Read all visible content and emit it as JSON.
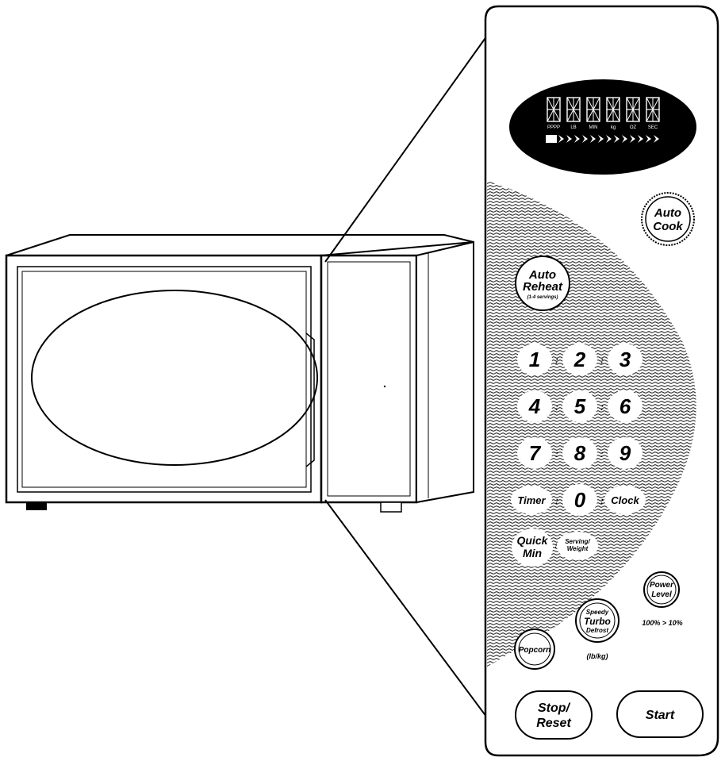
{
  "display": {
    "unit_labels": [
      "PPPP",
      "LB",
      "MIN",
      "kg",
      "OZ",
      "SEC"
    ]
  },
  "keys": {
    "auto_cook": [
      "Auto",
      "Cook"
    ],
    "auto_reheat": [
      "Auto",
      "Reheat"
    ],
    "auto_reheat_sub": "(1-4 servings)",
    "digits": [
      "1",
      "2",
      "3",
      "4",
      "5",
      "6",
      "7",
      "8",
      "9",
      "0"
    ],
    "timer": "Timer",
    "clock": "Clock",
    "quick_min": [
      "Quick",
      "Min"
    ],
    "serving_weight": [
      "Serving/",
      "Weight"
    ],
    "power_level": [
      "Power",
      "Level"
    ],
    "power_range": "100% > 10%",
    "defrost": [
      "Speedy",
      "Turbo",
      "Defrost"
    ],
    "defrost_sub": "(lb/kg)",
    "popcorn": "Popcorn",
    "stop_reset": [
      "Stop/",
      "Reset"
    ],
    "start": "Start"
  }
}
